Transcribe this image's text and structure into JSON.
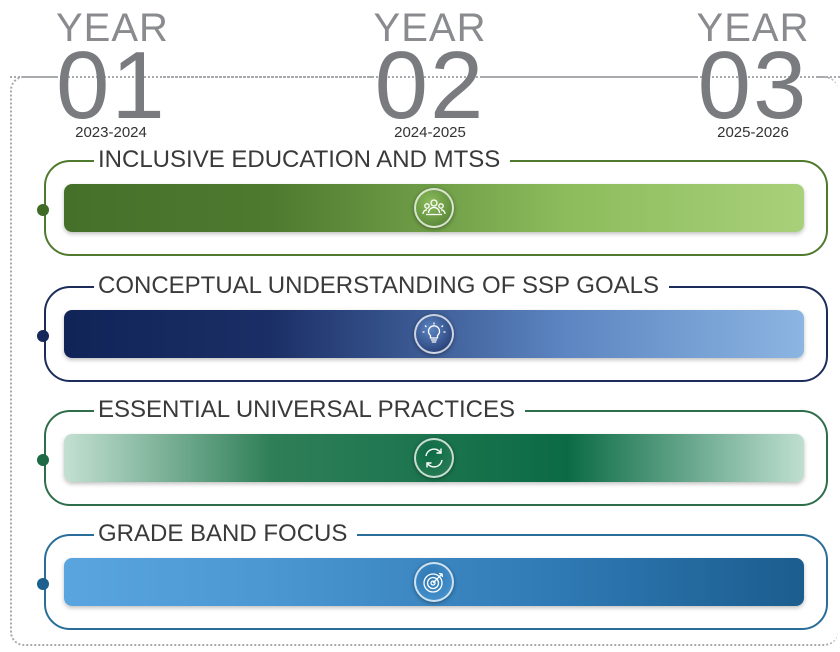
{
  "timeline": {
    "years": [
      {
        "word": "YEAR",
        "number": "01",
        "range": "2023-2024"
      },
      {
        "word": "YEAR",
        "number": "02",
        "range": "2024-2025"
      },
      {
        "word": "YEAR",
        "number": "03",
        "range": "2025-2026"
      }
    ]
  },
  "sections": [
    {
      "title": "INCLUSIVE EDUCATION AND MTSS",
      "icon": "people-group-icon",
      "border_color": "#4f7a2e",
      "dot_color": "#3f6b27",
      "gradient": [
        "#45702a",
        "#4d7a2f",
        "#8cbc5c",
        "#a9d07a"
      ]
    },
    {
      "title": "CONCEPTUAL UNDERSTANDING OF SSP GOALS",
      "icon": "lightbulb-icon",
      "border_color": "#1c2d5b",
      "dot_color": "#17295a",
      "gradient": [
        "#102458",
        "#1b2f66",
        "#5d86c2",
        "#8cb5e2"
      ]
    },
    {
      "title": "ESSENTIAL UNIVERSAL PRACTICES",
      "icon": "refresh-arrows-icon",
      "border_color": "#2e6e4a",
      "dot_color": "#1e6a44",
      "gradient": [
        "#c3e0d2",
        "#2f7f58",
        "#0b6b45",
        "#bfdfd0"
      ]
    },
    {
      "title": "GRADE BAND FOCUS",
      "icon": "target-icon",
      "border_color": "#2a6d98",
      "dot_color": "#1d5f8e",
      "gradient": [
        "#5aa5df",
        "#4b97d2",
        "#2e78b3",
        "#1b5d8e"
      ]
    }
  ]
}
